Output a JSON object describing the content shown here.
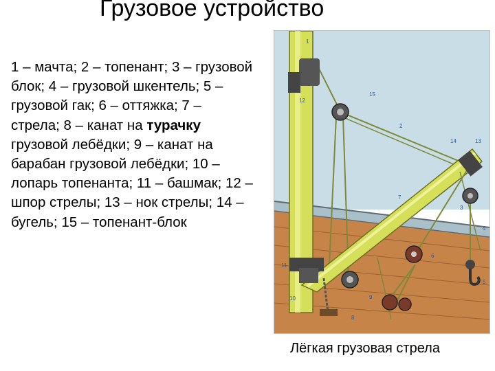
{
  "page": {
    "title": "Грузовое устройство",
    "caption": "Лёгкая грузовая стрела"
  },
  "legend": {
    "part1": "1 – мачта; 2 – топенант; 3 – грузовой блок; 4 – грузовой шкентель; 5 – грузовой гак; 6 – оттяжка; 7 – стрела; 8 – канат на ",
    "bold": "турачку",
    "part2": " грузовой лебёдки; 9 – канат на барабан грузовой лебёдки; 10 – лопарь топенанта; 11 – башмак; 12 – шпор стрелы; 13 – нок стрелы; 14 – бугель; 15 – топенант-блок"
  },
  "figure": {
    "labels": {
      "n1": "1",
      "n2": "2",
      "n3": "3",
      "n4": "4",
      "n5": "5",
      "n6": "6",
      "n7": "7",
      "n8": "8",
      "n9": "9",
      "n10": "10",
      "n11": "11",
      "n12": "12",
      "n13": "13",
      "n14": "14",
      "n15": "15"
    },
    "colors": {
      "sky": "#c8dde6",
      "deck": "#c68448",
      "mast": "#d6df5a",
      "boom": "#d6df5a",
      "rope": "#7d8a3a",
      "block": "#3a3a3a",
      "labels": "#2a5a9a"
    }
  }
}
